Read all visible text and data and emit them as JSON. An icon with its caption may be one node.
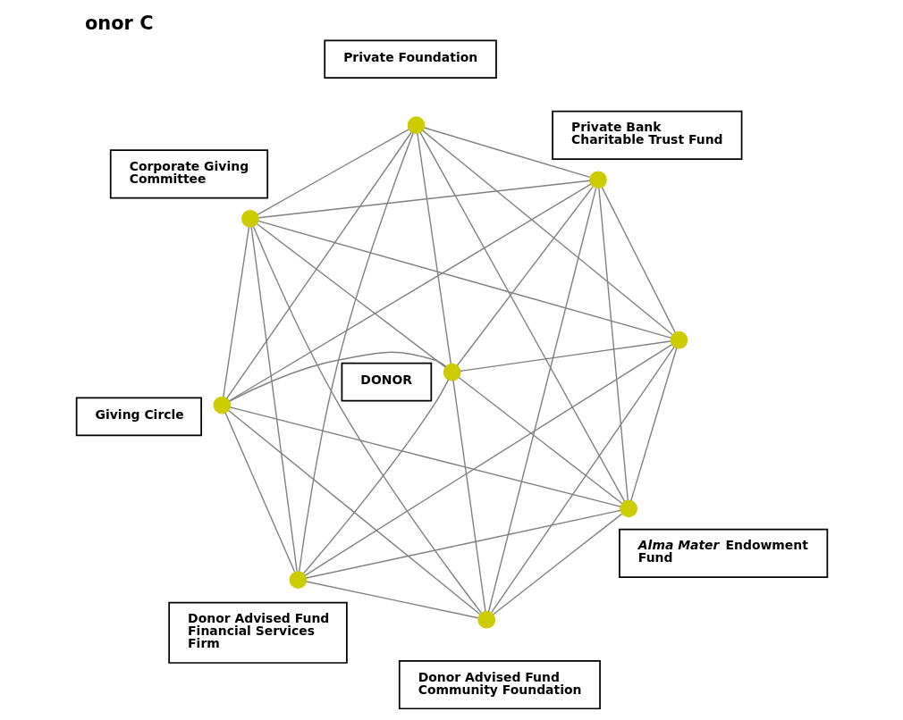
{
  "diagram": {
    "title": "onor C",
    "nodes": [
      {
        "text": [],
        "shape": "circle"
      },
      {
        "text": [
          "Giving Circle"
        ]
      },
      {
        "text": [],
        "shape": "circle"
      },
      {
        "text": [],
        "shape": "circle"
      },
      {
        "text": [
          "Donor Advised Fund Financial Services Firm"
        ]
      },
      {
        "text": [
          "Corporate Giving Committee"
        ]
      },
      {
        "text": [
          "DONOR"
        ]
      },
      {
        "text": [],
        "shape": "circle"
      },
      {
        "text": [],
        "shape": "circle"
      },
      {
        "text": [],
        "shape": "circle"
      },
      {
        "text": [
          "Donor Advised Fund Community Foundation"
        ]
      },
      {
        "text": [
          "Private Foundation"
        ]
      },
      {
        "text": [],
        "shape": "circle"
      },
      {
        "text": [],
        "shape": "circle"
      },
      {
        "text": [
          "*Alma Mater* Endowment Fund"
        ]
      },
      {
        "text": [],
        "shape": "circle"
      },
      {
        "text": [
          "Private Bank Charitable Trust Fund"
        ]
      }
    ],
    "edges": [
      {
        "from": 0,
        "to": 3,
        "arrow": "none"
      },
      {
        "from": 0,
        "to": 9,
        "arrow": "none"
      },
      {
        "from": 0,
        "to": 13,
        "arrow": "none"
      },
      {
        "from": 0,
        "to": 12,
        "arrow": "none"
      },
      {
        "from": 0,
        "to": 7,
        "arrow": "none"
      },
      {
        "from": 0,
        "to": 2,
        "arrow": "none"
      },
      {
        "from": 3,
        "to": 9,
        "arrow": "none"
      },
      {
        "from": 3,
        "to": 13,
        "arrow": "none"
      },
      {
        "from": 3,
        "to": 15,
        "arrow": "none"
      },
      {
        "from": 3,
        "to": 7,
        "arrow": "none"
      },
      {
        "from": 3,
        "to": 2,
        "arrow": "none"
      },
      {
        "from": 9,
        "to": 13,
        "arrow": "none"
      },
      {
        "from": 9,
        "to": 15,
        "arrow": "none"
      },
      {
        "from": 9,
        "to": 12,
        "arrow": "none"
      },
      {
        "from": 9,
        "to": 2,
        "arrow": "none"
      },
      {
        "from": 13,
        "to": 15,
        "arrow": "none"
      },
      {
        "from": 13,
        "to": 12,
        "arrow": "none"
      },
      {
        "from": 13,
        "to": 7,
        "arrow": "none"
      },
      {
        "from": 15,
        "to": 12,
        "arrow": "none"
      },
      {
        "from": 15,
        "to": 7,
        "arrow": "none"
      },
      {
        "from": 15,
        "to": 2,
        "arrow": "none"
      },
      {
        "from": 12,
        "to": 7,
        "arrow": "none"
      },
      {
        "from": 12,
        "to": 2,
        "arrow": "none"
      },
      {
        "from": 7,
        "to": 2,
        "arrow": "none"
      },
      {
        "from": 8,
        "to": 0,
        "arrow": "none"
      },
      {
        "from": 8,
        "to": 3,
        "arrow": "none"
      },
      {
        "from": 8,
        "to": 9,
        "arrow": "none"
      },
      {
        "from": 8,
        "to": 13,
        "arrow": "none"
      },
      {
        "from": 8,
        "to": 15,
        "arrow": "none"
      },
      {
        "from": 8,
        "to": 12,
        "arrow": "none"
      },
      {
        "from": 8,
        "to": 7,
        "arrow": "none"
      },
      {
        "from": 8,
        "to": 2,
        "arrow": "none"
      }
    ]
  }
}
